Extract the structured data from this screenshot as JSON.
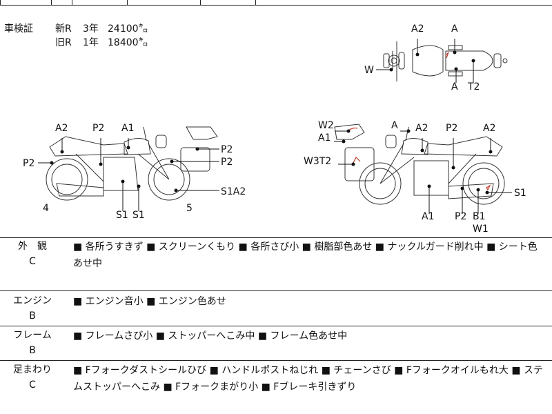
{
  "inspection_certificate": {
    "label": "車検証",
    "rows": [
      {
        "type": "新R",
        "years": "3年",
        "distance": "24100㌔"
      },
      {
        "type": "旧R",
        "years": "1年",
        "distance": "18400㌔"
      }
    ]
  },
  "diagram_labels": {
    "top_view": [
      "A2",
      "A",
      "W",
      "A",
      "T2"
    ],
    "left_view": [
      "A2",
      "P2",
      "A1",
      "P2",
      "P2",
      "P2",
      "S1A2",
      "4",
      "S1",
      "S1",
      "5"
    ],
    "right_view": [
      "W2",
      "A",
      "A2",
      "P2",
      "A2",
      "A1",
      "W3T2",
      "S1",
      "A1",
      "P2",
      "B1",
      "W1"
    ]
  },
  "sections": [
    {
      "name": "外　観",
      "grade": "C",
      "description": "■ 各所うすきず ■ スクリーンくもり ■ 各所さび小 ■ 樹脂部色あせ ■ ナックルガード削れ中 ■ シート色あせ中"
    },
    {
      "name": "エンジン",
      "grade": "B",
      "description": "■ エンジン音小 ■ エンジン色あせ"
    },
    {
      "name": "フレーム",
      "grade": "B",
      "description": "■ フレームさび小 ■ ストッパーへこみ中 ■ フレーム色あせ中"
    },
    {
      "name": "足まわり",
      "grade": "C",
      "description": "■ Fフォークダストシールひび ■ ハンドルポストねじれ ■ チェーンさび ■ Fフォークオイルもれ大 ■ ステムストッパーへこみ ■ Fフォークまがり小 ■ Fブレーキ引きずり"
    }
  ],
  "colors": {
    "line": "#222222",
    "damage_mark": "#c0392b"
  }
}
